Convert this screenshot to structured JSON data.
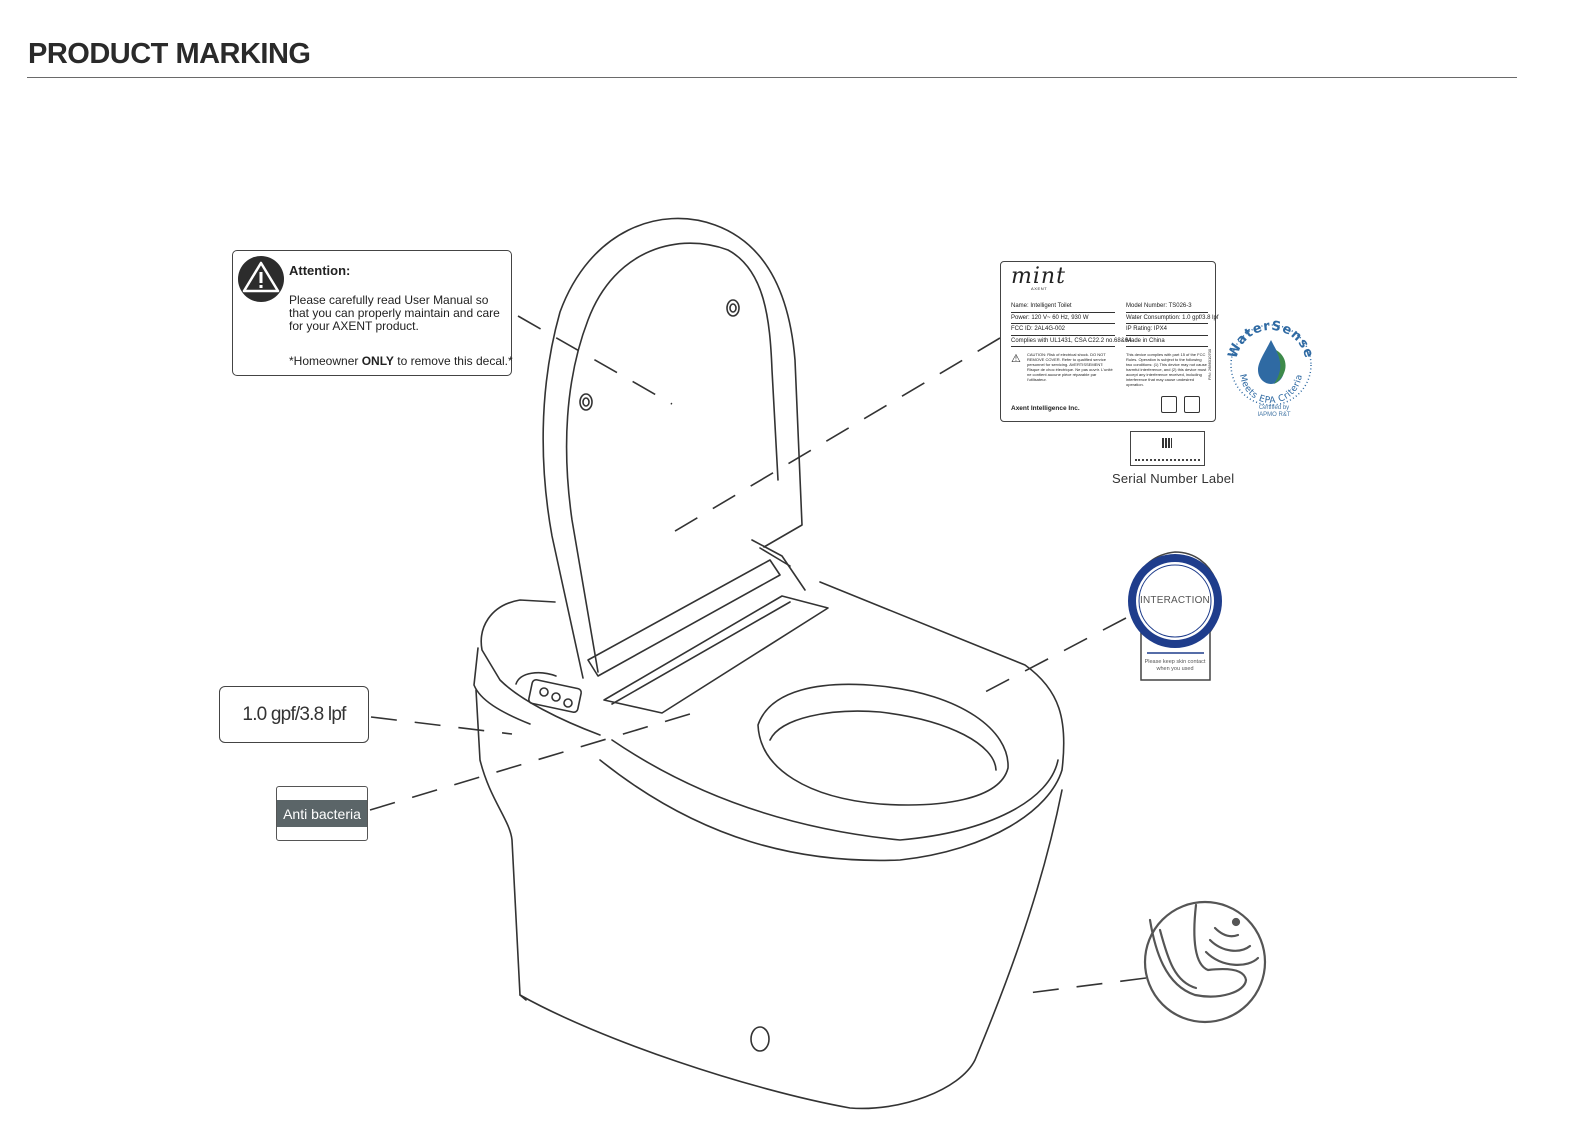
{
  "page_title": "PRODUCT MARKING",
  "attention_decal": {
    "heading": "Attention:",
    "body": "Please carefully read User Manual so that you can properly maintain and care for your AXENT product.",
    "footer_prefix": "*Homeowner ",
    "footer_bold": "ONLY",
    "footer_suffix": " to remove this decal.*"
  },
  "flush_rating_label": "1.0 gpf/3.8 lpf",
  "anti_bacteria_label": "Anti bacteria",
  "spec_plate": {
    "brand": "mint",
    "brand_sub": "AXENT",
    "left_rows": [
      "Name: Intelligent Toilet",
      "Power: 120 V~ 60 Hz, 930  W",
      "FCC ID: 2AL4G-002",
      "Complies with UL1431, CSA C22.2 no.68&64"
    ],
    "right_rows": [
      "Model Number: TS026-3",
      "Water Consumption: 1.0 gpf/3.8 lpf",
      "IP Rating: IPX4",
      "Made in China"
    ],
    "caution_text": "CAUTION: Risk of electrical shock. DO NOT REMOVE COVER. Refer to qualified service personnel for servicing. AVERTISSEMENT: Risque de choc électrique. Ne pas ouvrir. L'unité ne contient aucune pièce réparable par l'utilisateur.",
    "fcc_text": "This device complies with part 15 of the FCC Rules. Operation is subject to the following two conditions: (1) This device may not cause harmful interference, and (2) this device must accept any interference received, including interference that may cause undesired operation.",
    "company": "Axent Intelligence Inc.",
    "part_number": "P/N: 2686310700"
  },
  "serial_label_caption": "Serial Number Label",
  "watersense_badge": {
    "arc_top": "WaterSense",
    "arc_bottom": "Meets EPA Criteria",
    "certified_line1": "Certified by",
    "certified_line2": "IAPMO R&T"
  },
  "interaction_label": {
    "title": "INTERACTION",
    "note": "Please keep skin contact when you used"
  },
  "sensor_icon": "foot-kick-sensor-icon",
  "colors": {
    "line": "#333333",
    "anti_band": "#5b6568",
    "watersense_blue": "#2f6aa3",
    "watersense_green": "#3d8a4a",
    "interaction_ring": "#1f3d8c"
  }
}
